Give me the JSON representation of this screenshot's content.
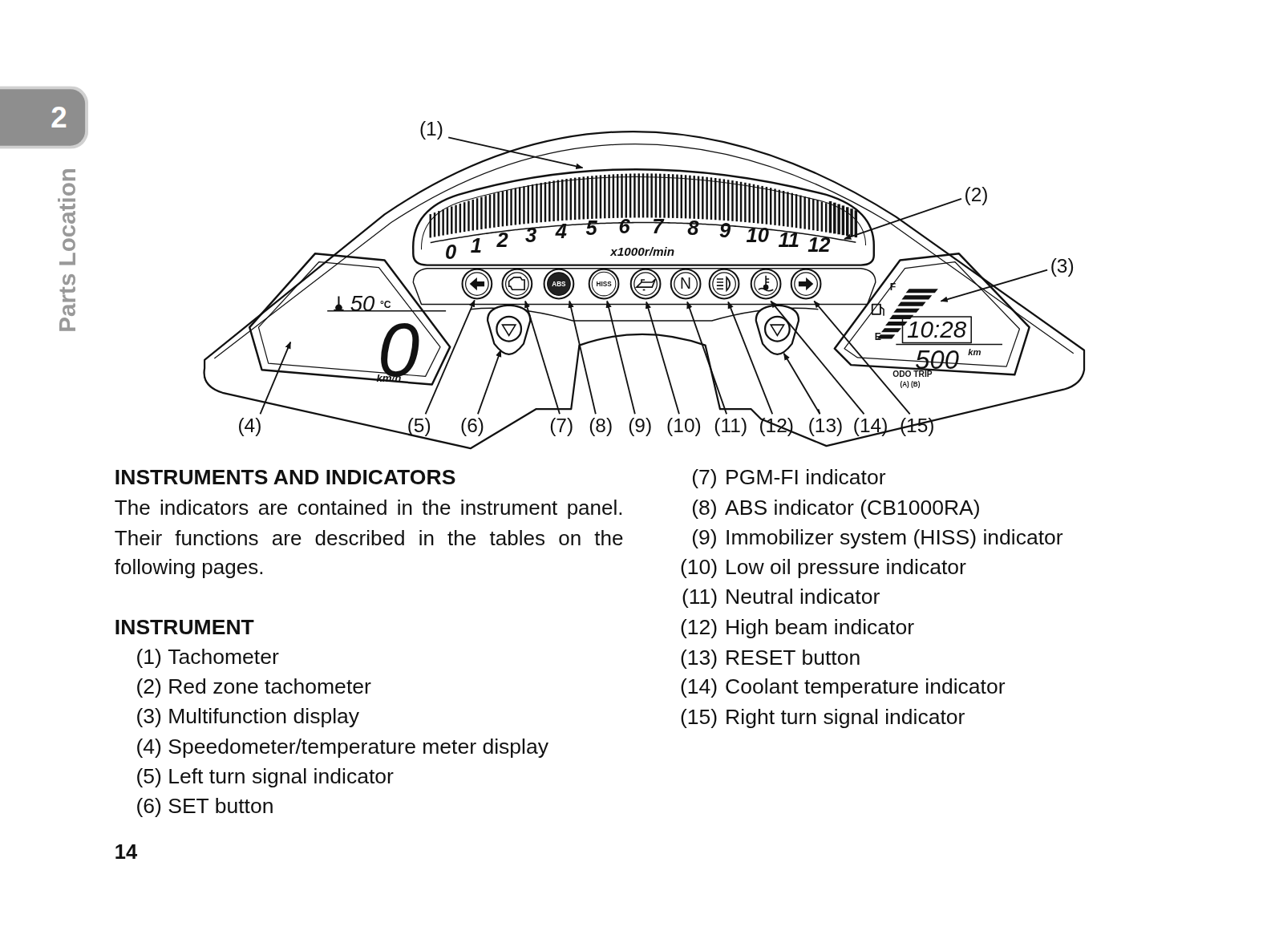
{
  "diagram": {
    "title": "INSTRUMENTS AND INDICATORS",
    "nodes": [
      {
        "text": [
          "2"
        ]
      },
      {
        "text": [
          "HISS"
        ]
      }
    ],
    "labels": [
      "0",
      "1",
      "2",
      "3",
      "4",
      "5",
      "6",
      "7",
      "8",
      "9",
      "10",
      "11",
      "12",
      "x1000r/min",
      "50",
      "°C",
      "0",
      "km/h",
      "F",
      "E",
      "10:28",
      "500",
      "km",
      "ODO TRIP",
      "(A) (B)",
      "ABS",
      "N",
      "(1)",
      "(2)",
      "(3)",
      "(4)",
      "(5)",
      "(6)",
      "(7)",
      "(8)",
      "(9)",
      "(10)",
      "(11)",
      "(12)",
      "(13)",
      "(14)",
      "(15)",
      "Parts Location",
      "14",
      "The indicators are contained in the instrument panel. Their functions are described in the tables on the following pages.",
      "INSTRUMENT",
      "(1)",
      "Tachometer",
      "(2)",
      "Red zone tachometer",
      "(3)",
      "Multifunction display",
      "(4)",
      "Speedometer/temperature meter display",
      "(5)",
      "Left turn signal indicator",
      "(6)",
      "SET button",
      "(7)",
      "PGM-FI indicator",
      "(8)",
      "ABS indicator (CB1000RA)",
      "(9)",
      "Immobilizer system (HISS) indicator",
      "(10)",
      "Low oil pressure indicator",
      "(11)",
      "Neutral indicator",
      "(12)",
      "High beam indicator",
      "(13)",
      "RESET button",
      "(14)",
      "Coolant temperature indicator",
      "(15)",
      "Right turn signal indicator"
    ]
  }
}
